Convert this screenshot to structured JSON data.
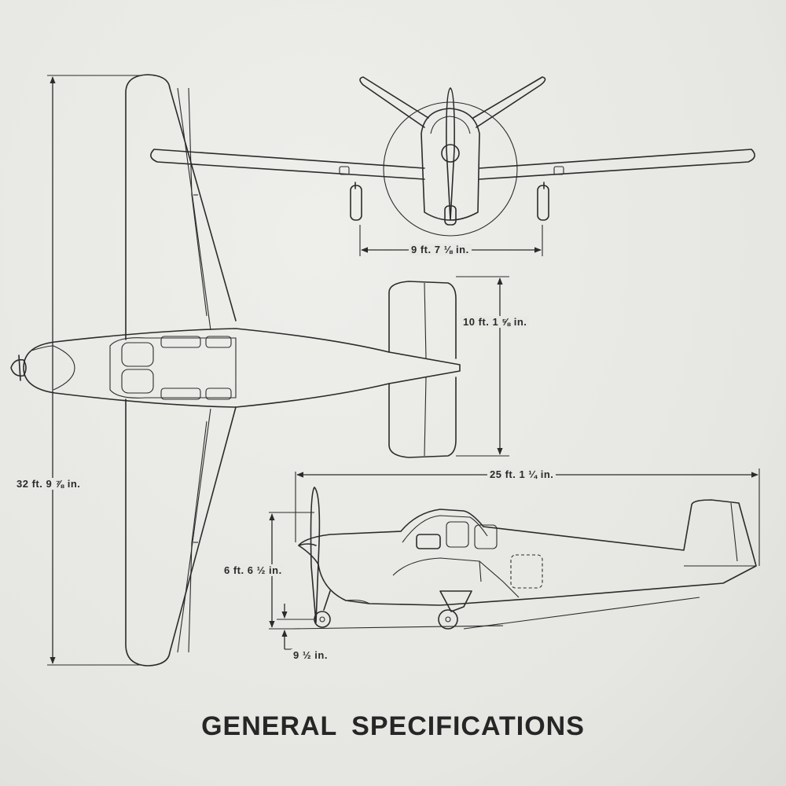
{
  "title": "GENERAL SPECIFICATIONS",
  "dimensions": {
    "wingspan": "32 ft. 9 ⅞ in.",
    "tread": "9 ft. 7 ⅛ in.",
    "stabilizer_span": "10 ft. 1 ⅝ in.",
    "length": "25 ft. 1 ¼ in.",
    "height": "6 ft. 6 ½ in.",
    "prop_clearance": "9 ½ in."
  }
}
